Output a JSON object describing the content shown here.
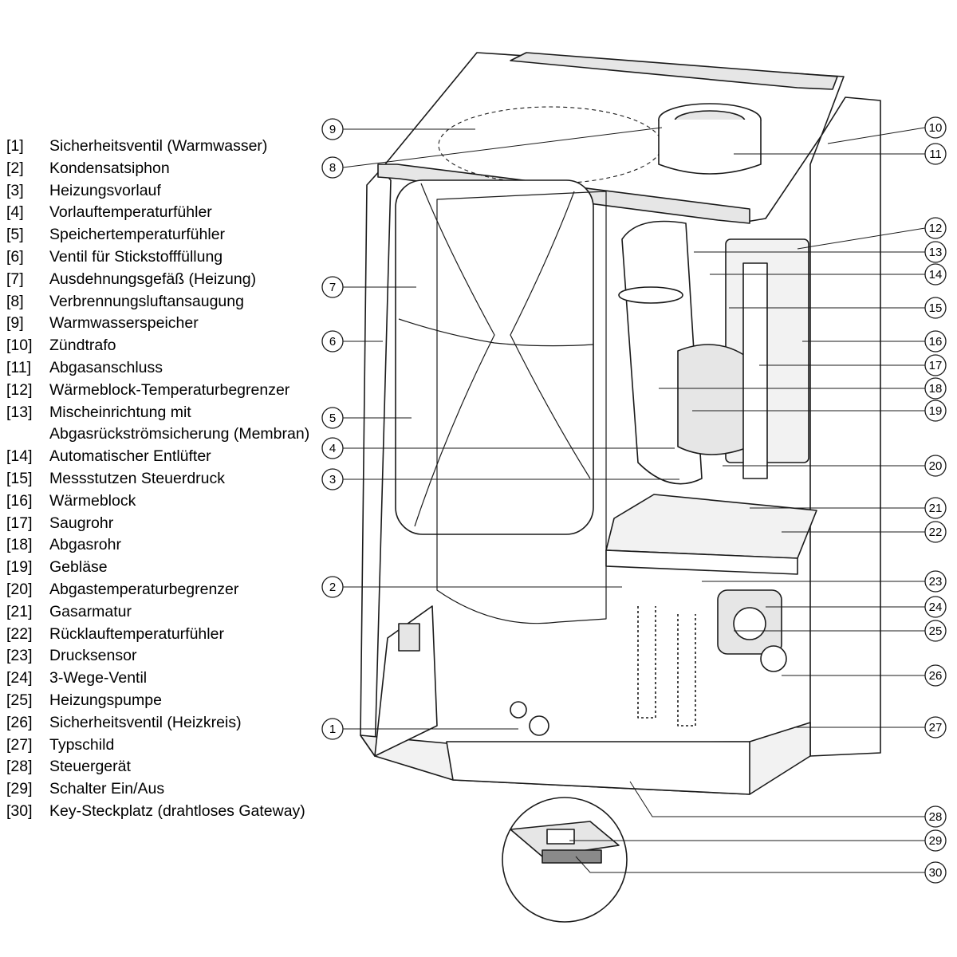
{
  "legend": {
    "items": [
      {
        "num": "[1]",
        "label": "Sicherheitsventil (Warmwasser)"
      },
      {
        "num": "[2]",
        "label": "Kondensatsiphon"
      },
      {
        "num": "[3]",
        "label": "Heizungsvorlauf"
      },
      {
        "num": "[4]",
        "label": "Vorlauftemperaturfühler"
      },
      {
        "num": "[5]",
        "label": "Speichertemperaturfühler"
      },
      {
        "num": "[6]",
        "label": "Ventil für Stickstofffüllung"
      },
      {
        "num": "[7]",
        "label": "Ausdehnungsgefäß (Heizung)"
      },
      {
        "num": "[8]",
        "label": "Verbrennungsluftansaugung"
      },
      {
        "num": "[9]",
        "label": "Warmwasserspeicher"
      },
      {
        "num": "[10]",
        "label": "Zündtrafo"
      },
      {
        "num": "[11]",
        "label": "Abgasanschluss"
      },
      {
        "num": "[12]",
        "label": "Wärmeblock-Temperaturbegrenzer"
      },
      {
        "num": "[13]",
        "label": "Mischeinrichtung mit\nAbgasrückströmsicherung (Membran)"
      },
      {
        "num": "[14]",
        "label": "Automatischer Entlüfter"
      },
      {
        "num": "[15]",
        "label": "Messstutzen Steuerdruck"
      },
      {
        "num": "[16]",
        "label": "Wärmeblock"
      },
      {
        "num": "[17]",
        "label": "Saugrohr"
      },
      {
        "num": "[18]",
        "label": "Abgasrohr"
      },
      {
        "num": "[19]",
        "label": "Gebläse"
      },
      {
        "num": "[20]",
        "label": "Abgastemperaturbegrenzer"
      },
      {
        "num": "[21]",
        "label": "Gasarmatur"
      },
      {
        "num": "[22]",
        "label": "Rücklauftemperaturfühler"
      },
      {
        "num": "[23]",
        "label": "Drucksensor"
      },
      {
        "num": "[24]",
        "label": "3-Wege-Ventil"
      },
      {
        "num": "[25]",
        "label": "Heizungspumpe"
      },
      {
        "num": "[26]",
        "label": "Sicherheitsventil (Heizkreis)"
      },
      {
        "num": "[27]",
        "label": "Typschild"
      },
      {
        "num": "[28]",
        "label": "Steuergerät"
      },
      {
        "num": "[29]",
        "label": "Schalter Ein/Aus"
      },
      {
        "num": "[30]",
        "label": "Key-Steckplatz (drahtloses Gateway)"
      }
    ]
  },
  "callouts": {
    "c1": "1",
    "c2": "2",
    "c3": "3",
    "c4": "4",
    "c5": "5",
    "c6": "6",
    "c7": "7",
    "c8": "8",
    "c9": "9",
    "c10": "10",
    "c11": "11",
    "c12": "12",
    "c13": "13",
    "c14": "14",
    "c15": "15",
    "c16": "16",
    "c17": "17",
    "c18": "18",
    "c19": "19",
    "c20": "20",
    "c21": "21",
    "c22": "22",
    "c23": "23",
    "c24": "24",
    "c25": "25",
    "c26": "26",
    "c27": "27",
    "c28": "28",
    "c29": "29",
    "c30": "30"
  },
  "colors": {
    "line": "#1a1a1a",
    "fill": "#ffffff",
    "shade": "#e6e6e6",
    "dark": "#8a8a8a"
  }
}
